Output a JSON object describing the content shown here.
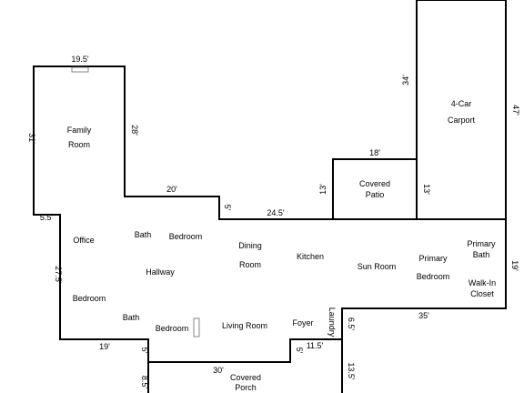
{
  "rooms": {
    "family": [
      "Family",
      "Room"
    ],
    "office": "Office",
    "bath1": "Bath",
    "bedroom1": "Bedroom",
    "hallway": "Hallway",
    "bedroom2": "Bedroom",
    "bath2": "Bath",
    "bedroom3": "Bedroom",
    "dining": [
      "Dining",
      "Room"
    ],
    "kitchen": "Kitchen",
    "living": "Living Room",
    "foyer": "Foyer",
    "laundry": "Laundry",
    "sunroom": "Sun Room",
    "primary_bedroom": [
      "Primary",
      "Bedroom"
    ],
    "primary_bath": [
      "Primary",
      "Bath"
    ],
    "walkin": [
      "Walk-In",
      "Closet"
    ],
    "covered_patio": [
      "Covered",
      "Patio"
    ],
    "carport": [
      "4-Car",
      "Carport"
    ],
    "covered_porch": [
      "Covered",
      "Porch"
    ]
  },
  "dimensions": {
    "family_top": "19.5'",
    "family_left": "31'",
    "family_right": "28'",
    "step_20": "20'",
    "step_5_upper": "5'",
    "wall_24_5": "24.5'",
    "left_5_5": "5.5'",
    "left_27_5": "27.5'",
    "bottom_19": "19'",
    "step_5_lower": "5'",
    "porch_8_5": "8.5'",
    "porch_30": "30'",
    "foyer_5": "5'",
    "foyer_11_5": "11.5'",
    "right_6_5": "6.5'",
    "right_13_5": "13.5'",
    "wall_35": "35'",
    "right_19": "19'",
    "patio_18": "18'",
    "patio_13_left": "13'",
    "patio_13_right": "13'",
    "carport_34": "34'",
    "carport_47": "47'"
  }
}
